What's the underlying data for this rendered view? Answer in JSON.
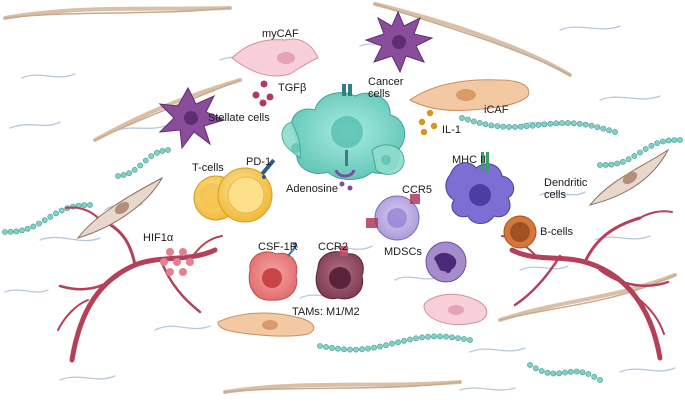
{
  "labels": {
    "mycaf": "myCAF",
    "tgfb": "TGFβ",
    "stellate": "Stellate cells",
    "cancer": "Cancer cells",
    "icaf": "iCAF",
    "il1": "IL-1",
    "tcells": "T-cells",
    "pd1": "PD-1",
    "adenosine": "Adenosine",
    "mhc2": "MHC II",
    "ccr5": "CCR5",
    "dendritic": "Dendritic cells",
    "bcells": "B-cells",
    "hif1a": "HIF1α",
    "csf1r": "CSF-1R",
    "ccr2": "CCR2",
    "mdscs": "MDSCs",
    "tams": "TAMs: M1/M2"
  },
  "colors": {
    "collagen": "#d9bfa8",
    "vessel": "#b5405a",
    "fiber": "#b8c7dc",
    "bead": "#7fc8c2",
    "cancer": "#6fd3c4",
    "tcell": "#f4c95d",
    "dendritic": "#7b6fd3",
    "mdsc": "#b9a9e0",
    "tam_m1": "#e87a7a",
    "tam_m2": "#8a4a5e",
    "bcell": "#d4783a",
    "stellate": "#8a4d9c",
    "mycaf": "#f5c2cf",
    "icaf": "#f3c9a4"
  }
}
